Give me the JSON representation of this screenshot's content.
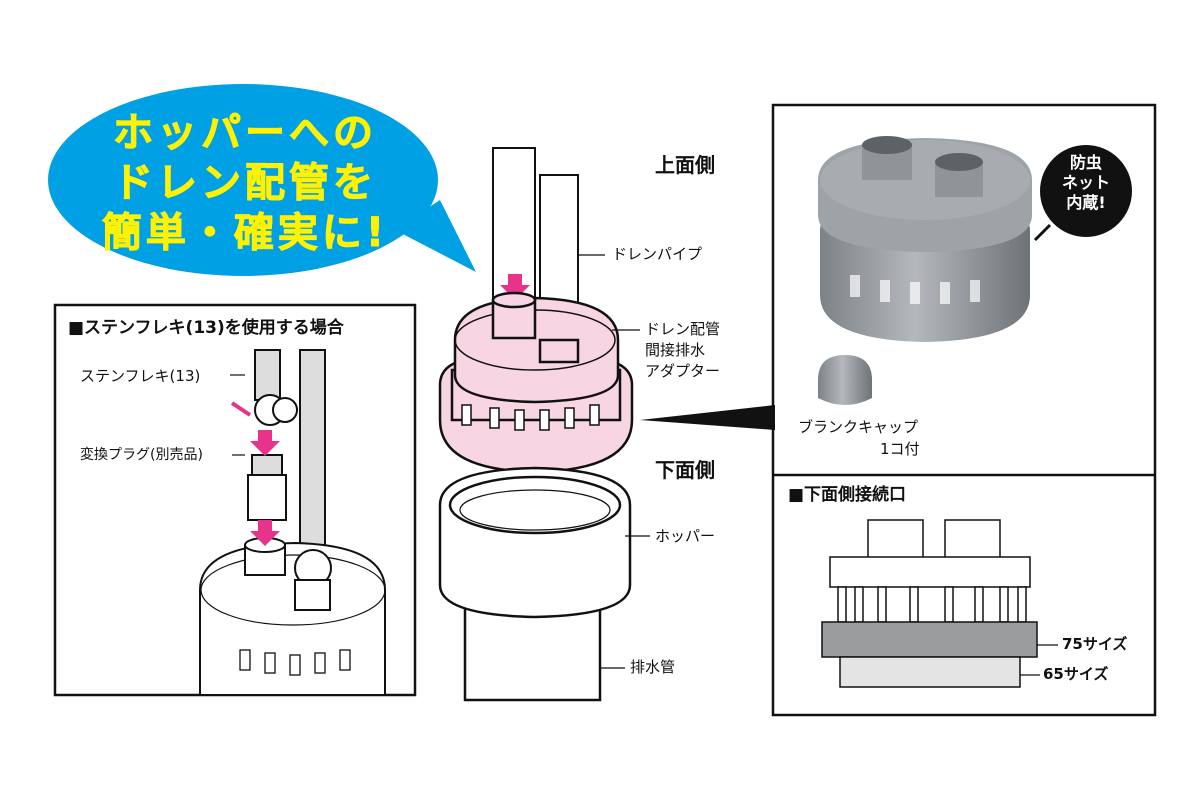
{
  "bubble": {
    "lines": [
      "ホッパーへの",
      "ドレン配管を",
      "簡単・確実に!"
    ],
    "color": "#00a0e4",
    "text_color": "#fff200"
  },
  "center": {
    "top_side": "上面側",
    "drain_pipe": "ドレンパイプ",
    "adapter_lines": [
      "ドレン配管",
      "間接排水",
      "アダプター"
    ],
    "bottom_side": "下面側",
    "hopper": "ホッパー",
    "drain_tube": "排水管",
    "adapter_color": "#f7d5e3",
    "arrow_color": "#e8338a"
  },
  "left_box": {
    "title": "■ステンフレキ(13)を使用する場合",
    "flex_label": "ステンフレキ(13)",
    "plug_label": "変換プラグ(別売品)"
  },
  "right_box": {
    "badge_lines": [
      "防虫",
      "ネット",
      "内蔵!"
    ],
    "cap_label": "ブランクキャップ",
    "cap_count": "1コ付",
    "section_title": "■下面側接続口",
    "size_75": "75サイズ",
    "size_65": "65サイズ"
  }
}
